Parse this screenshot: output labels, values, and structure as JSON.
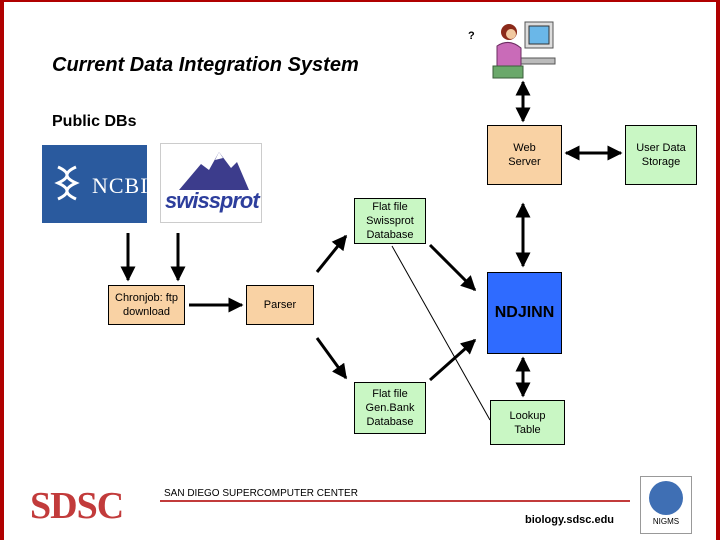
{
  "title": "Current Data Integration System",
  "subtitle": "Public DBs",
  "question_mark": "?",
  "nodes": {
    "web_server": "Web Server",
    "user_data_storage": "User Data Storage",
    "flat_swissprot": "Flat file Swissprot Database",
    "chronjob": "Chronjob: ftp download",
    "parser": "Parser",
    "ndjinn": "NDJINN",
    "flat_genbank": "Flat file Gen.Bank Database",
    "lookup_table": "Lookup Table"
  },
  "logos": {
    "ncbi": "NCBI",
    "swissprot": "swissprot"
  },
  "footer": {
    "sdsc": "SDSC",
    "center": "SAN DIEGO SUPERCOMPUTER CENTER",
    "site": "biology.sdsc.edu",
    "nigms": "NIGMS"
  },
  "colors": {
    "frame": "#b00000",
    "tan_box": "#f9d2a4",
    "green_box": "#c9f7c4",
    "ndjinn_box": "#2f6bff",
    "sdsc_red": "#c23b3b"
  }
}
